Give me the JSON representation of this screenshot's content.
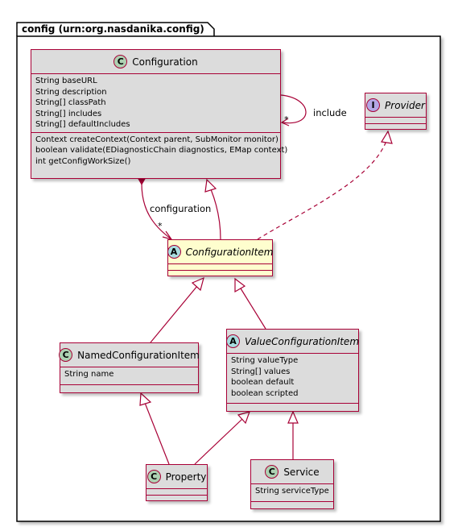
{
  "package": {
    "title": "config (urn:org.nasdanika.config)"
  },
  "classes": {
    "configuration": {
      "kind": "C",
      "name": "Configuration",
      "attributes": [
        "String baseURL",
        "String description",
        "String[] classPath",
        "String[] includes",
        "String[] defaultIncludes"
      ],
      "operations": [
        "Context createContext(Context parent, SubMonitor monitor)",
        "boolean validate(EDiagnosticChain diagnostics, EMap context)",
        "int getConfigWorkSize()"
      ]
    },
    "provider": {
      "kind": "I",
      "name": "Provider"
    },
    "configuration_item": {
      "kind": "A",
      "name": "ConfigurationItem"
    },
    "named_configuration_item": {
      "kind": "C",
      "name": "NamedConfigurationItem",
      "attributes": [
        "String name"
      ]
    },
    "value_configuration_item": {
      "kind": "A",
      "name": "ValueConfigurationItem",
      "attributes": [
        "String valueType",
        "String[] values",
        "boolean default",
        "boolean scripted"
      ]
    },
    "property": {
      "kind": "C",
      "name": "Property"
    },
    "service": {
      "kind": "C",
      "name": "Service",
      "attributes": [
        "String serviceType"
      ]
    }
  },
  "relations": {
    "include": {
      "label": "include",
      "multiplicity": "*"
    },
    "configuration": {
      "label": "configuration",
      "multiplicity": "*"
    }
  },
  "colors": {
    "border": "#a80036",
    "class_fill": "#dcdcdc",
    "highlight_fill": "#fefece",
    "badge_class": "#add1b2",
    "badge_abstract": "#a9dcdf",
    "badge_interface": "#b4a7e5"
  }
}
